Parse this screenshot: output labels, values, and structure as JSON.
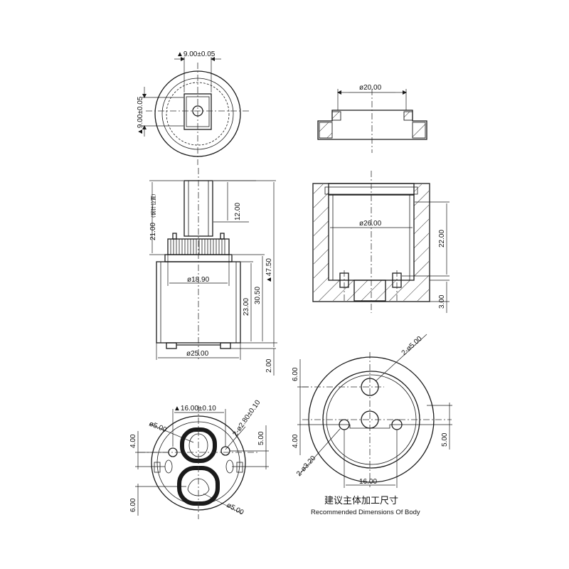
{
  "top_view": {
    "dim_width": "▲9.00±0.05",
    "dim_height": "▲9.00±0.05"
  },
  "adapter_view": {
    "dim_diameter": "ø20.00"
  },
  "side_view": {
    "dim_stem_height": "12.00",
    "dim_spline_pos": "21.00",
    "dim_spline_note": "(钢针位置)",
    "dim_total_height": "▲47.50",
    "dim_diameter_inner": "ø18.90",
    "dim_body_height": "23.00",
    "dim_body_height2": "30.50",
    "dim_diameter_outer": "ø25.00",
    "dim_foot": "2.00"
  },
  "section_view": {
    "dim_diameter": "ø26.00",
    "dim_depth": "22.00",
    "dim_bottom": "3.00"
  },
  "bottom_view": {
    "dim_spacing": "▲16.00±0.10",
    "dim_pin_holes": "2-ø2.80±0.10",
    "dim_hole_top": "ø5.00",
    "dim_hole_bottom": "ø5.00",
    "dim_left_top": "4.00",
    "dim_left_bottom": "6.00",
    "dim_right": "5.00"
  },
  "body_view": {
    "dim_holes": "2-ø5.00",
    "dim_pins": "2-ø3.20",
    "dim_top": "6.00",
    "dim_left": "4.00",
    "dim_right": "5.00",
    "dim_spacing": "16.00"
  },
  "caption": {
    "chinese": "建议主体加工尺寸",
    "english": "Recommended Dimensions Of Body"
  }
}
